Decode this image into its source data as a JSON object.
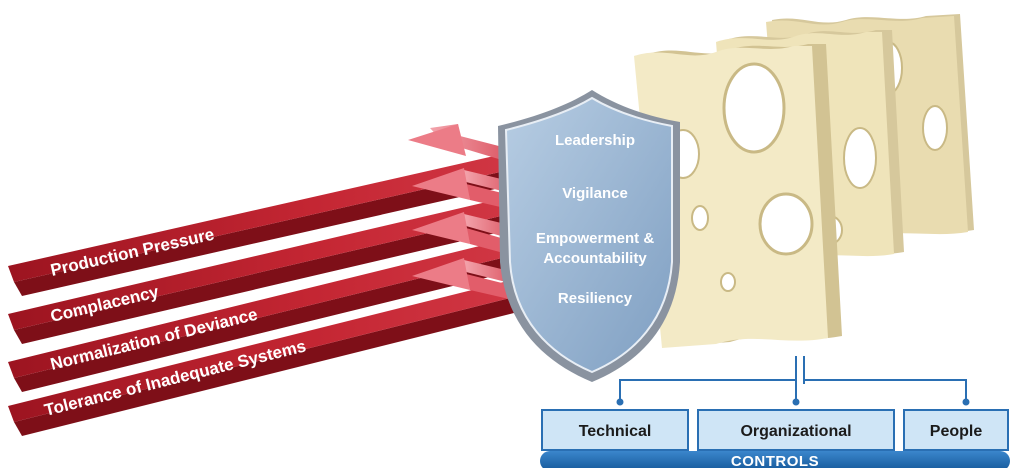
{
  "threats": [
    {
      "id": "production-pressure",
      "label": "Production Pressure"
    },
    {
      "id": "complacency",
      "label": "Complacency"
    },
    {
      "id": "normalization-of-deviance",
      "label": "Normalization of Deviance"
    },
    {
      "id": "tolerance-of-inadequate-systems",
      "label": "Tolerance of Inadequate Systems"
    }
  ],
  "shield": {
    "layers": [
      {
        "id": "leadership",
        "label": "Leadership"
      },
      {
        "id": "vigilance",
        "label": "Vigilance"
      },
      {
        "id": "empowerment",
        "label_line1": "Empowerment &",
        "label_line2": "Accountability"
      },
      {
        "id": "resiliency",
        "label": "Resiliency"
      }
    ]
  },
  "controls": {
    "title": "CONTROLS",
    "boxes": [
      {
        "id": "technical",
        "label": "Technical"
      },
      {
        "id": "organizational",
        "label": "Organizational"
      },
      {
        "id": "people",
        "label": "People"
      }
    ]
  },
  "colors": {
    "threat_red": "#b8202c",
    "threat_red_dark": "#7e0f18",
    "deflect_pink": "#e8606d",
    "shield_blue": "#98b6d4",
    "shield_border": "#7f8a98",
    "cheese": "#f1e7c2",
    "cheese_side": "#d6c79a",
    "box_fill": "#cfe5f6",
    "box_border": "#2a6fb3",
    "controls_bar": "#1e6bb0"
  }
}
